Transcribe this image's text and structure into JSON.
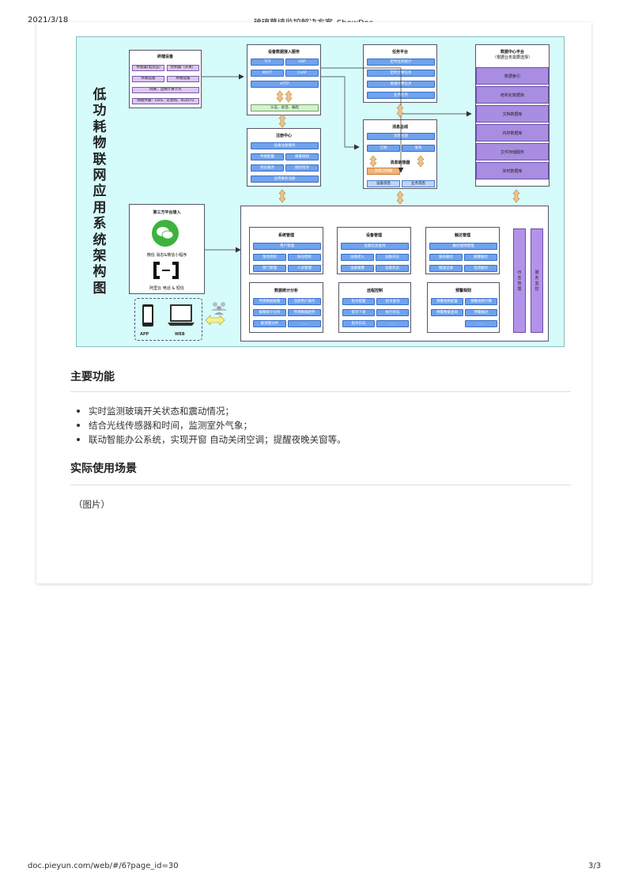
{
  "header": {
    "date": "2021/3/18",
    "title": "玻璃幕墙监控解决方案–ShowDoc"
  },
  "footer": {
    "url": "doc.pieyun.com/web/#/6?page_id=30",
    "page": "3/3"
  },
  "diagram": {
    "vertical_title": "低功耗物联网应用系统架构图",
    "terminal": {
      "title": "终端设备",
      "rows": [
        "传感器(电流压)",
        "控制器（开关）",
        "终端设备",
        "终端设备",
        "网关、边缘计算节点",
        "网络传输：Lora、以太网、4G/DTU"
      ]
    },
    "access": {
      "title": "设备数据接入服务",
      "items": [
        "TCP",
        "UDP",
        "MQTT",
        "CoAP",
        "HTTP"
      ],
      "footer": "认证、会话、编程"
    },
    "registry": {
      "title": "注册中心",
      "items": [
        "设备注册服务",
        "传感配置",
        "报警规则",
        "状态服务",
        "操控指令",
        "应用服务注册"
      ]
    },
    "task": {
      "title": "任务平台",
      "items": [
        "定时任务统计",
        "定时计算任务",
        "离线计算任务",
        "业务任务"
      ]
    },
    "bus": {
      "title": "消息总线",
      "top": "消息主题",
      "row": [
        "订阅",
        "发布"
      ],
      "router": "消息链接器",
      "orange": "消息订阅器",
      "bottom": [
        "设备消息",
        "业务消息"
      ]
    },
    "datacenter": {
      "title": "数据中心平台",
      "subtitle": "（根据业务需要选择）",
      "items": [
        "数据索引",
        "结构化数据库",
        "文档数据库",
        "内存数据库",
        "文件存储服务",
        "实时数据库"
      ]
    },
    "third": {
      "title": "第三方平台接入",
      "wechat": "微信 消息&微信小程序",
      "aliyun": "阿里云 电话 & 短信"
    },
    "clients": [
      "APP",
      "WEB"
    ],
    "modules": [
      {
        "title": "系统管理",
        "items": [
          "用户管理",
          "角色授权",
          "按号授权",
          "部门管理",
          "人员管理"
        ]
      },
      {
        "title": "设备管理",
        "items": [
          "设备信息查询",
          "设备接入",
          "设备日志",
          "设备报警",
          "设备状态"
        ]
      },
      {
        "title": "触达管理",
        "items": [
          "触达规则管理",
          "报表触达",
          "报警触达",
          "推送记录",
          "电话触达"
        ]
      },
      {
        "title": "数据统计分析",
        "items": [
          "传感数据报警",
          "活跃用户操作",
          "报警统计分析",
          "传感数据趋势",
          "能源量分析",
          "……"
        ]
      },
      {
        "title": "远程控制",
        "items": [
          "指令配置",
          "指令查询",
          "指令下发",
          "执行状态",
          "指令日志",
          "……"
        ]
      },
      {
        "title": "预警规则",
        "items": [
          "预警规则配置",
          "预警规则计算",
          "预警数据查询",
          "预警触达",
          "……"
        ]
      }
    ],
    "side_bars": [
      "日志管理",
      "服务监控"
    ]
  },
  "content": {
    "section1": "主要功能",
    "bullets": [
      "实时监测玻璃开关状态和震动情况；",
      "结合光线传感器和时间，监测室外气象；",
      "联动智能办公系统，实现开窗 自动关闭空调；提醒夜晚关窗等。"
    ],
    "section2": "实际使用场景",
    "image_note": "（图片）"
  }
}
